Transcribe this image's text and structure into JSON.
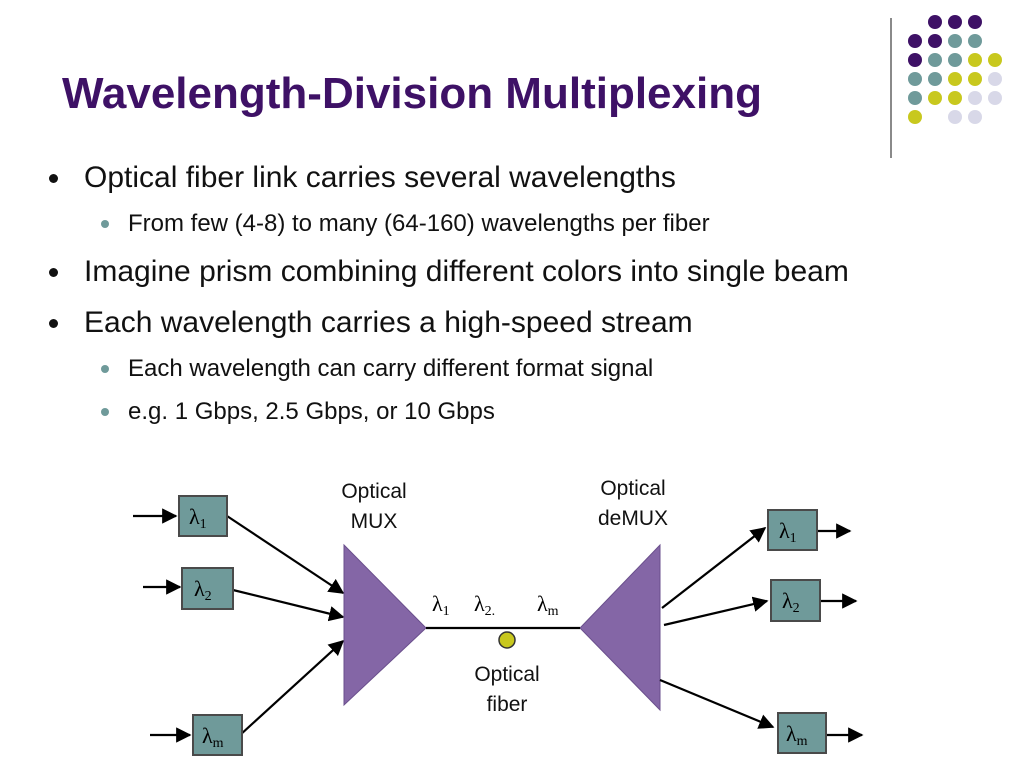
{
  "title": "Wavelength-Division Multiplexing",
  "colors": {
    "title": "#3e1166",
    "accent_purple": "#3e1166",
    "accent_teal": "#6f9a9a",
    "accent_yellow": "#c8c81e",
    "accent_lavender": "#d8d8e8",
    "mux_fill": "#8466a6",
    "lambda_box": "#6f9a9a",
    "fiber_dot": "#c8c81e"
  },
  "bullets": [
    {
      "level": 1,
      "text": "Optical fiber link carries several wavelengths"
    },
    {
      "level": 2,
      "text": "From few (4-8) to many (64-160) wavelengths per fiber"
    },
    {
      "level": 1,
      "text": "Imagine prism combining different colors into single beam"
    },
    {
      "level": 1,
      "text": "Each wavelength carries a high-speed stream"
    },
    {
      "level": 2,
      "text": "Each wavelength can carry different format signal"
    },
    {
      "level": 2,
      "text": "e.g. 1 Gbps, 2.5 Gbps, or 10 Gbps"
    }
  ],
  "diagram": {
    "mux_label": [
      "Optical",
      "MUX"
    ],
    "demux_label": [
      "Optical",
      "deMUX"
    ],
    "fiber_label": [
      "Optical",
      "fiber"
    ],
    "lambda_symbol": "λ",
    "inputs": [
      {
        "symbol": "λ",
        "subscript": "1"
      },
      {
        "symbol": "λ",
        "subscript": "2"
      },
      {
        "symbol": "λ",
        "subscript": "m"
      }
    ],
    "outputs": [
      {
        "symbol": "λ",
        "subscript": "1"
      },
      {
        "symbol": "λ",
        "subscript": "2"
      },
      {
        "symbol": "λ",
        "subscript": "m"
      }
    ],
    "fiber_wavelengths": [
      {
        "symbol": "λ",
        "subscript": "1"
      },
      {
        "symbol": "λ",
        "subscript": "2."
      },
      {
        "symbol": "λ",
        "subscript": "m"
      }
    ]
  }
}
